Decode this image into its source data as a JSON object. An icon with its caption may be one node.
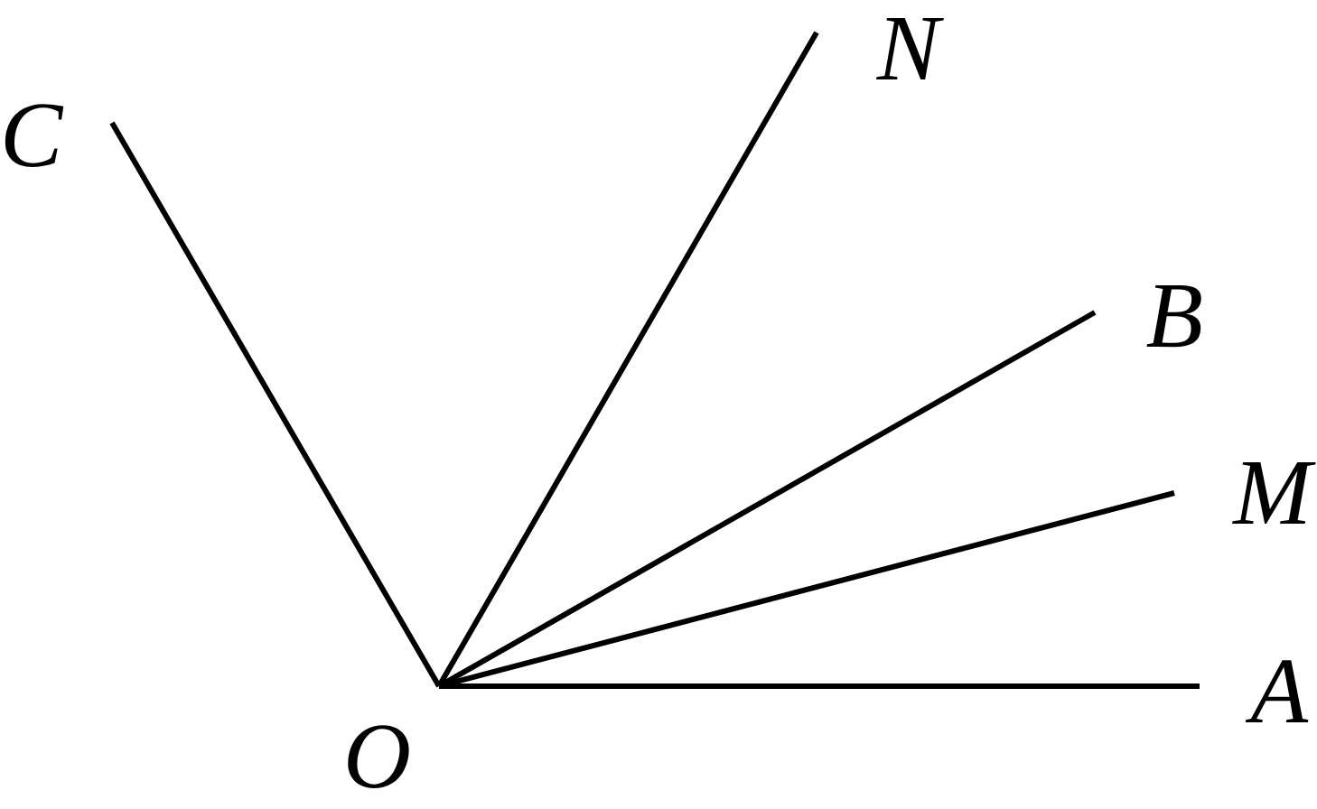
{
  "diagram": {
    "nodes": [
      {
        "text": [
          "N"
        ]
      },
      {
        "text": [
          "C"
        ]
      },
      {
        "text": [
          "B"
        ]
      },
      {
        "text": [
          "M"
        ]
      },
      {
        "text": [
          "A"
        ]
      },
      {
        "text": [
          "O"
        ]
      }
    ],
    "edges": [
      {
        "from": 5,
        "to": 1,
        "arrow": "none"
      },
      {
        "from": 5,
        "to": 0,
        "arrow": "none"
      },
      {
        "from": 5,
        "to": 2,
        "arrow": "none"
      },
      {
        "from": 5,
        "to": 3,
        "arrow": "none"
      },
      {
        "from": 5,
        "to": 4,
        "arrow": "none"
      }
    ]
  }
}
